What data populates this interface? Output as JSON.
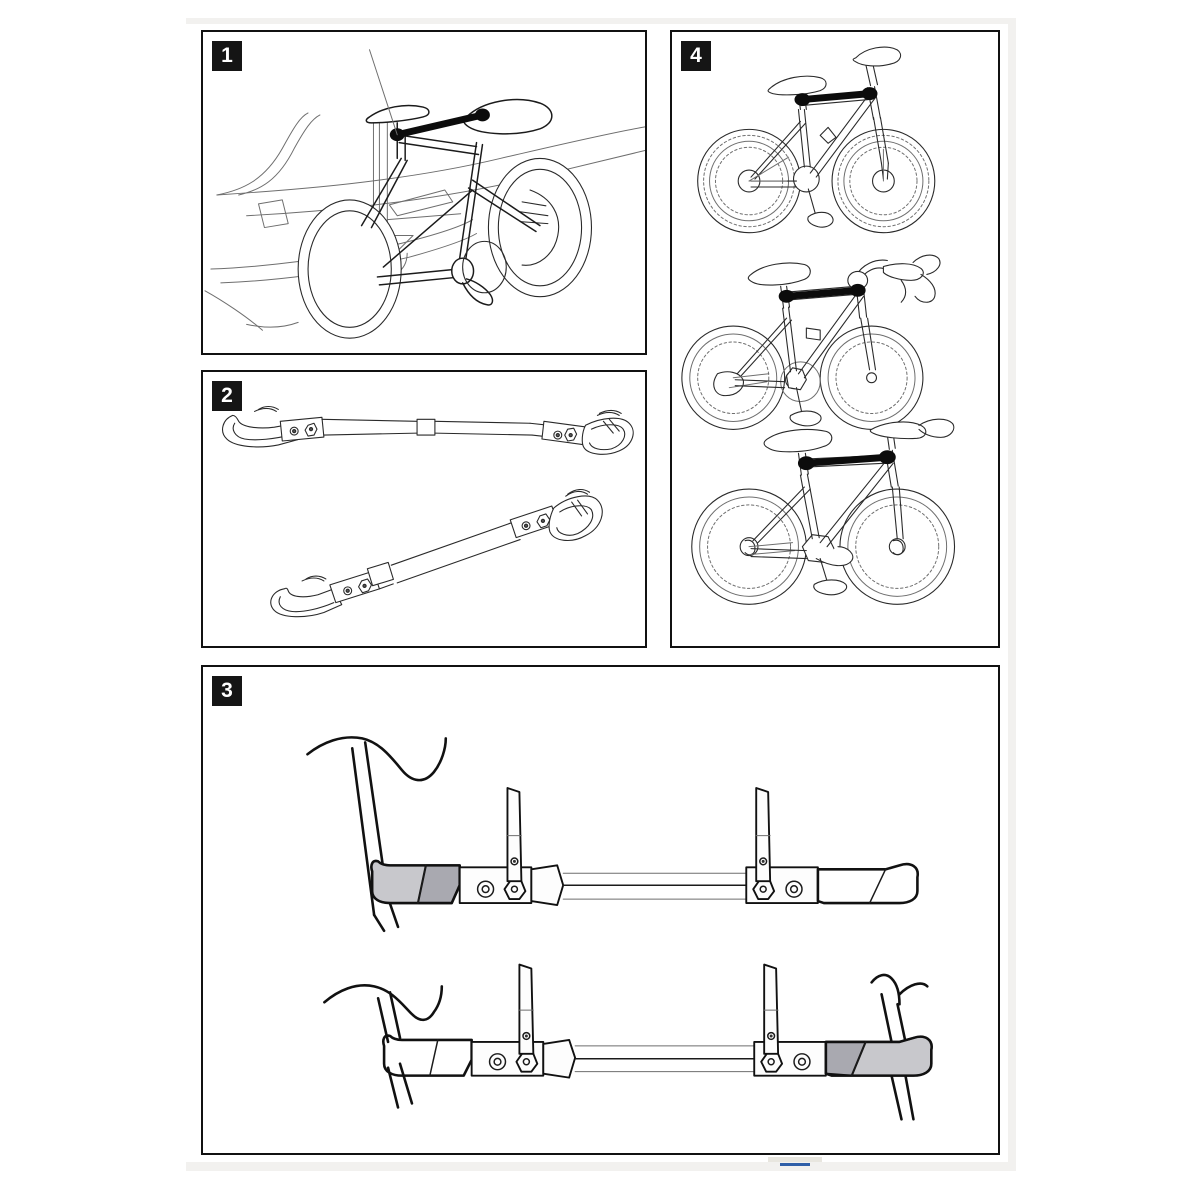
{
  "document": {
    "kind": "instruction-sheet",
    "subject": "Bicycle frame adapter / stabilizer bar mounting instructions",
    "colors": {
      "badge_background": "#151515",
      "badge_text": "#ffffff",
      "panel_border": "#111111",
      "line_art": "#1b1b1b",
      "highlight_bar": "#0c0c0c",
      "rubber_pad_light": "#c8c8cc",
      "rubber_pad_dark": "#a9a9b0",
      "page_background": "#ffffff",
      "scan_edge": "#f2f1ef",
      "artifact_blue": "#2f5fa8"
    }
  },
  "panels": [
    {
      "number": "1",
      "name": "panel-1-bike-on-car-rack",
      "caption": "",
      "illustration": "Bicycle loaded on a rear-mounted car carrier, adapter bar fitted between seat post and handlebar stem",
      "elements": [
        "car-rear-outline",
        "tow-ball-carrier",
        "bicycle-three-quarter-view",
        "adapter-bar-highlight"
      ]
    },
    {
      "number": "2",
      "name": "panel-2-adapter-bar-product",
      "caption": "",
      "illustration": "Two views of the telescoping adapter bar with rubber-lined hook clamps on both ends",
      "elements": [
        "adapter-bar-extended-view",
        "adapter-bar-angled-view",
        "hook-clamp-left",
        "hook-clamp-right",
        "telescoping-collar"
      ]
    },
    {
      "number": "3",
      "name": "panel-3-clamp-detail",
      "caption": "",
      "illustration": "Close-up detail: upper view shows left clamp attached to seat post with hook open; lower view shows both clamps closed on seat post and handlebar stem",
      "elements": [
        "seat-post-and-saddle-rails",
        "clamp-closed-on-seatpost",
        "locking-pin-lever-left",
        "locking-pin-lever-right",
        "hex-nut",
        "pivot-bolt",
        "telescoping-joint",
        "hook-clamp-open-right",
        "handlebar-stem",
        "clamp-closed-on-stem"
      ]
    },
    {
      "number": "4",
      "name": "panel-4-bike-types",
      "caption": "",
      "illustration": "Three bicycle types shown with the adapter bar installed between seat post and handlebar",
      "bike_types": [
        {
          "name": "mountain-bike",
          "label": ""
        },
        {
          "name": "road-bike",
          "label": ""
        },
        {
          "name": "city-bike",
          "label": ""
        }
      ]
    }
  ]
}
